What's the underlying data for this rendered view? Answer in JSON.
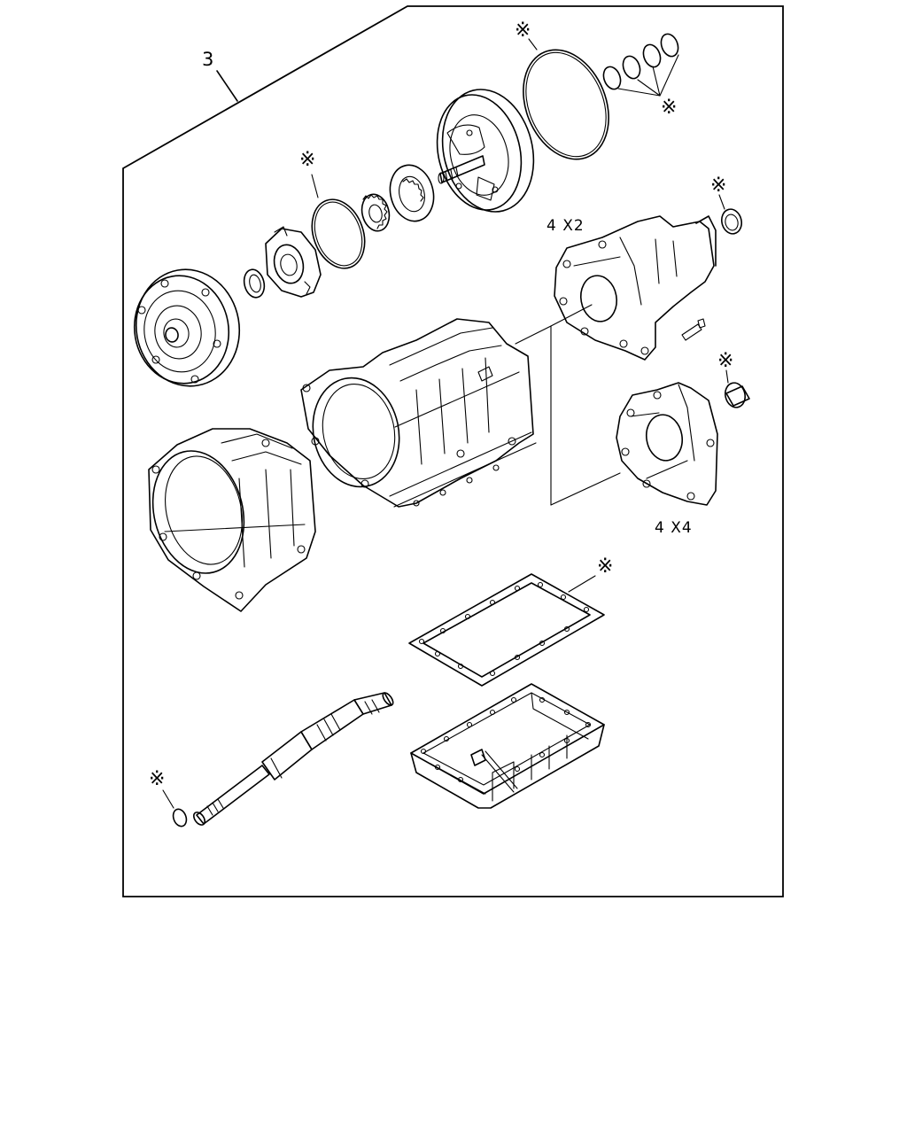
{
  "diagram": {
    "callout_number": "3",
    "asterisk": "※",
    "variant_labels": {
      "4x2": "4 X2",
      "4x4": "4 X4"
    }
  }
}
